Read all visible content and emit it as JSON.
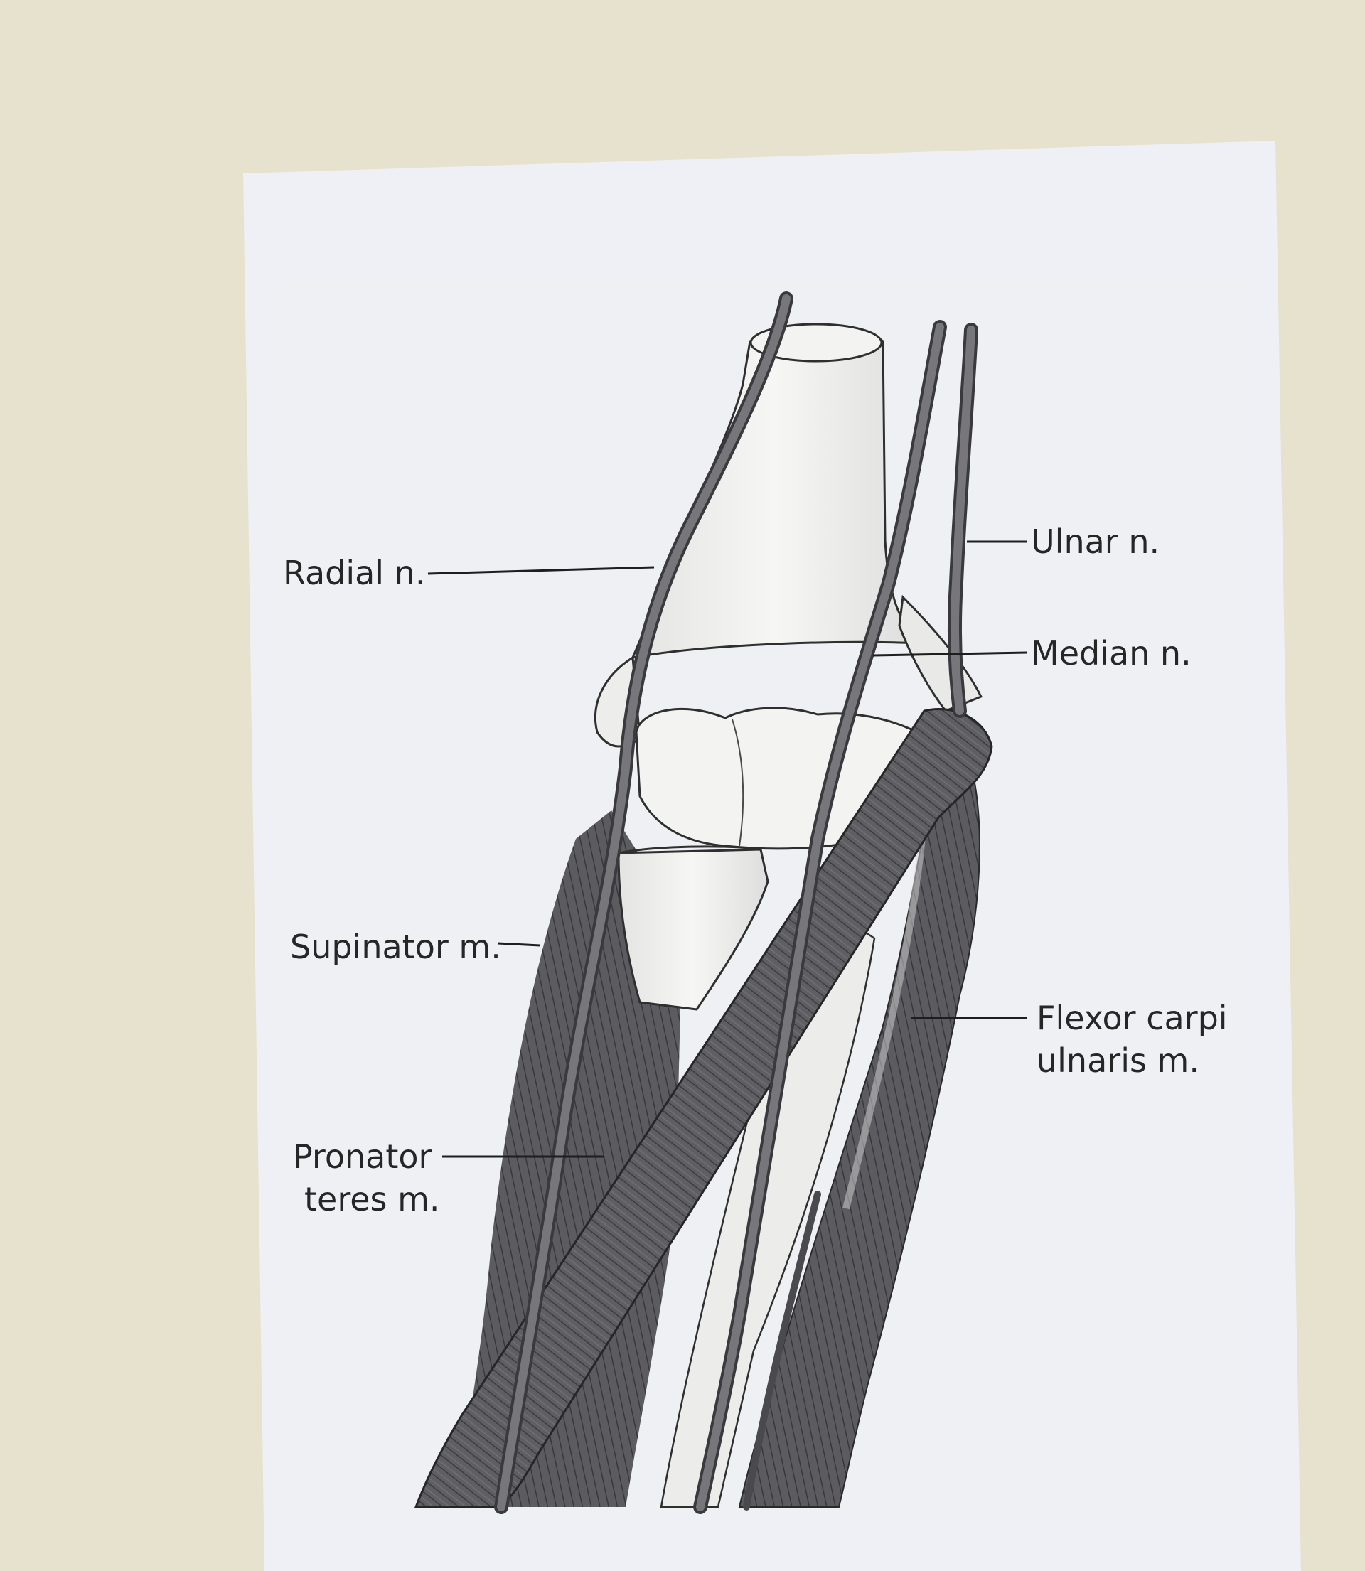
{
  "labels": {
    "radial": "Radial n.",
    "ulnar": "Ulnar n.",
    "median": "Median n.",
    "supinator": "Supinator m.",
    "flexor_line1": "Flexor carpi",
    "flexor_line2": "ulnaris m.",
    "pronator_line1": "Pronator",
    "pronator_line2": "teres m."
  },
  "colors": {
    "background": "#e6e2cd",
    "paper": "#eef0f5",
    "bone": "#f1f1ef",
    "muscle": "#5e5e62",
    "nerve": "#66666a",
    "ink": "#262626"
  }
}
